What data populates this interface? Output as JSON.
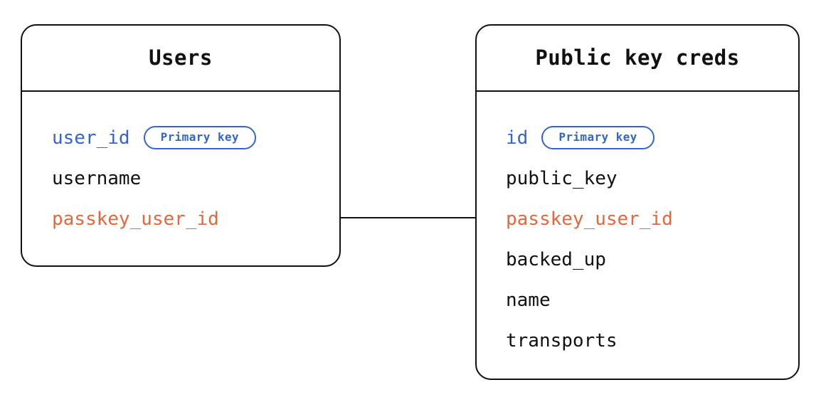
{
  "diagram": {
    "type": "entity-relationship-diagram",
    "background_color": "#ffffff",
    "border_color": "#111111",
    "colors": {
      "primary_key": "#3366CC",
      "foreign_key": "#E8663C",
      "text": "#111111"
    }
  },
  "entities": [
    {
      "id": "users",
      "title": "Users",
      "fields": [
        {
          "name": "user_id",
          "role": "primary_key",
          "badge": "Primary key"
        },
        {
          "name": "username",
          "role": "plain",
          "badge": null
        },
        {
          "name": "passkey_user_id",
          "role": "foreign_key",
          "badge": null
        }
      ]
    },
    {
      "id": "public_key_creds",
      "title": "Public key creds",
      "fields": [
        {
          "name": "id",
          "role": "primary_key",
          "badge": "Primary key"
        },
        {
          "name": "public_key",
          "role": "plain",
          "badge": null
        },
        {
          "name": "passkey_user_id",
          "role": "foreign_key",
          "badge": null
        },
        {
          "name": "backed_up",
          "role": "plain",
          "badge": null
        },
        {
          "name": "name",
          "role": "plain",
          "badge": null
        },
        {
          "name": "transports",
          "role": "plain",
          "badge": null
        }
      ]
    }
  ],
  "relationships": [
    {
      "id": "users-to-public-key-creds",
      "from": "users.passkey_user_id",
      "to": "public_key_creds.passkey_user_id",
      "style": "solid-line",
      "label": ""
    }
  ]
}
